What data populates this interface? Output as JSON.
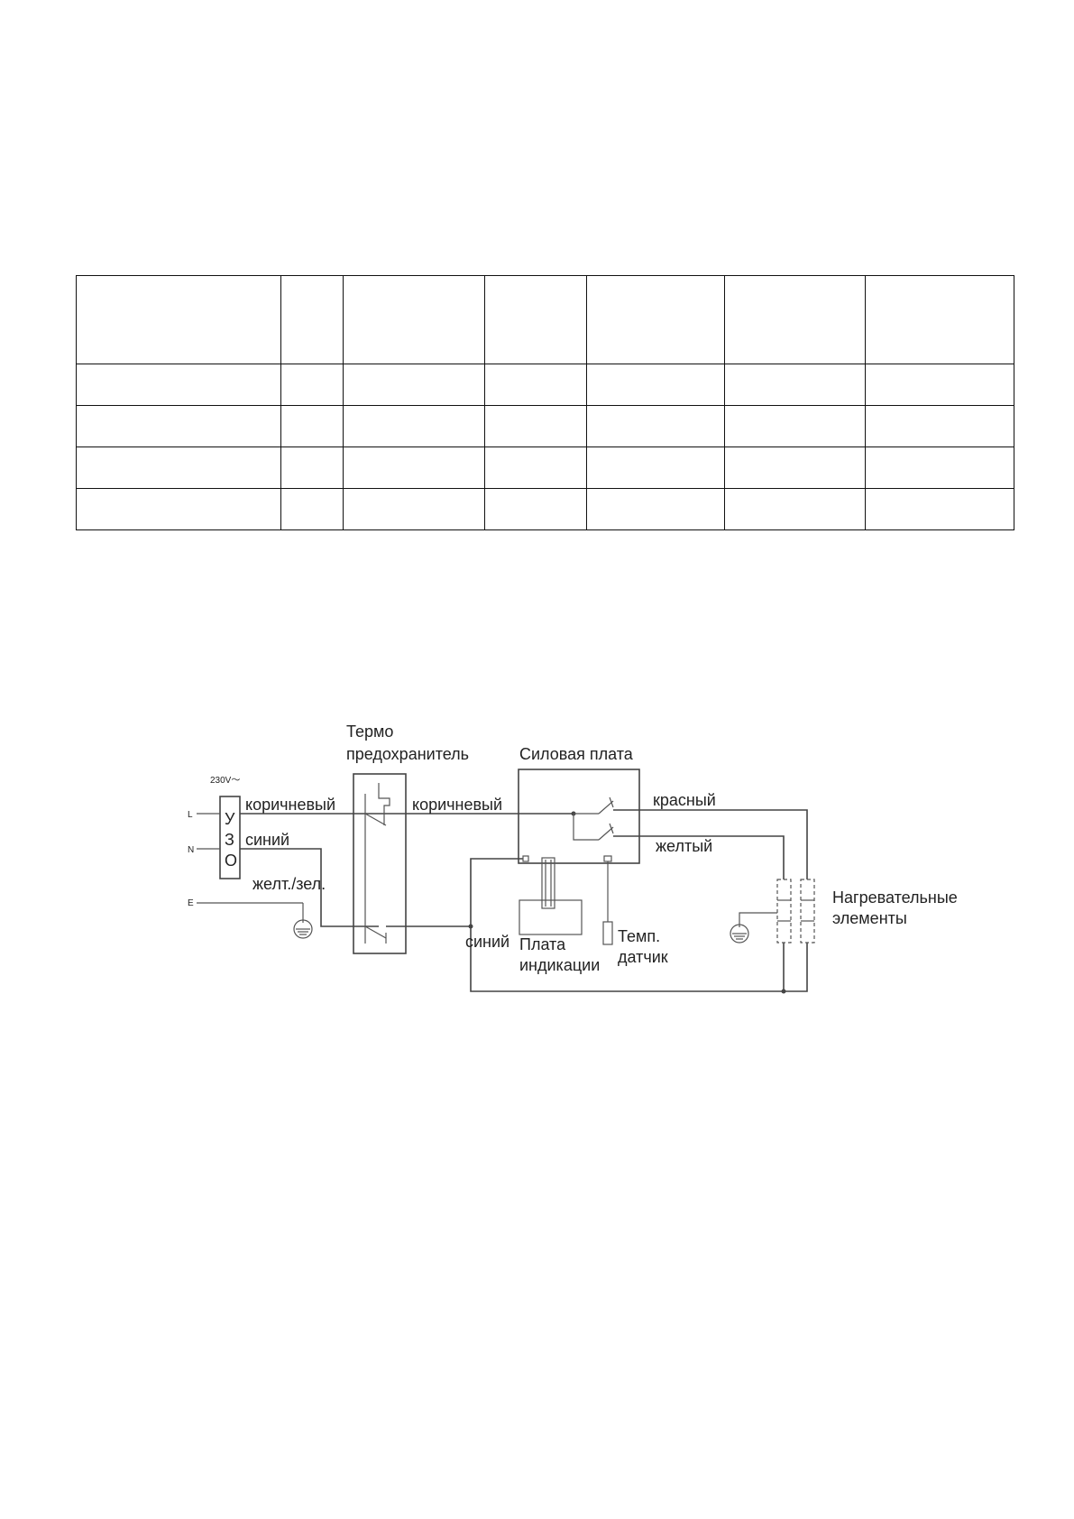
{
  "table": {
    "columns": 7,
    "header_rows": 1,
    "body_rows": 4
  },
  "diagram": {
    "supply": {
      "voltage": "230V～",
      "terminals": [
        "L",
        "N",
        "E"
      ],
      "rcd_letters": [
        "У",
        "З",
        "О"
      ]
    },
    "wires": {
      "brown_left": "коричневый",
      "blue_left": "синий",
      "yellow_green": "желт./зел.",
      "brown_right": "коричневый",
      "red": "красный",
      "yellow": "желтый",
      "blue_bottom": "синий"
    },
    "components": {
      "thermal_fuse_line1": "Термо",
      "thermal_fuse_line2": "предохранитель",
      "power_board": "Силовая плата",
      "display_board_line1": "Плата",
      "display_board_line2": "индикации",
      "temp_sensor_line1": "Темп.",
      "temp_sensor_line2": "датчик",
      "heaters_line1": "Нагревательные",
      "heaters_line2": "элементы"
    }
  }
}
